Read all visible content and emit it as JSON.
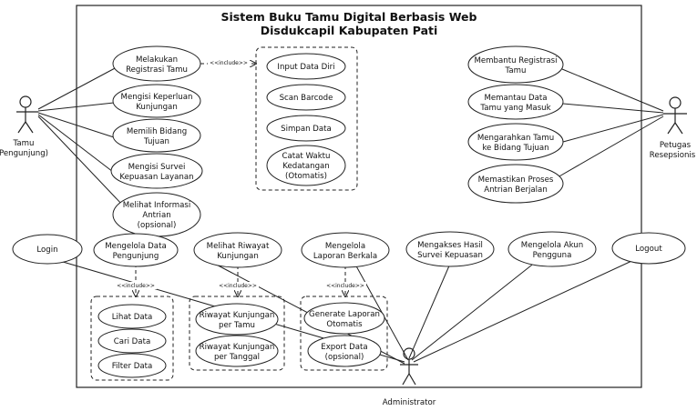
{
  "title": {
    "line1": "Sistem Buku Tamu Digital Berbasis Web",
    "line2": "Disdukcapil Kabupaten Pati"
  },
  "actors": {
    "tamu": [
      "Tamu",
      "Pengunjung)"
    ],
    "petugas": [
      "Petugas",
      "Resepsionis"
    ],
    "admin": [
      "Administrator"
    ]
  },
  "tamu_use_cases": {
    "registrasi": [
      "Melakukan",
      "Registrasi Tamu"
    ],
    "keperluan": [
      "Mengisi Keperluan",
      "Kunjungan"
    ],
    "bidang": [
      "Memilih Bidang",
      "Tujuan"
    ],
    "survei": [
      "Mengisi Survei",
      "Kepuasan Layanan"
    ],
    "antrian": [
      "Melihat Informasi",
      "Antrian",
      "(opsional)"
    ]
  },
  "registrasi_includes": {
    "input": [
      "Input Data Diri"
    ],
    "scan": [
      "Scan Barcode"
    ],
    "simpan": [
      "Simpan Data"
    ],
    "catat": [
      "Catat Waktu",
      "Kedatangan",
      "(Otomatis)"
    ]
  },
  "petugas_use_cases": {
    "membantu": [
      "Membantu Registrasi",
      "Tamu"
    ],
    "memantau": [
      "Memantau Data",
      "Tamu yang Masuk"
    ],
    "mengarahkan": [
      "Mengarahkan Tamu",
      "ke Bidang Tujuan"
    ],
    "memastikan": [
      "Memastikan Proses",
      "Antrian Berjalan"
    ]
  },
  "admin_use_cases": {
    "login": [
      "Login"
    ],
    "kelola_data": [
      "Mengelola Data",
      "Pengunjung"
    ],
    "riwayat": [
      "Melihat Riwayat",
      "Kunjungan"
    ],
    "laporan": [
      "Mengelola",
      "Laporan Berkala"
    ],
    "hasil_survei": [
      "Mengakses Hasil",
      "Survei Kepuasan"
    ],
    "akun": [
      "Mengelola Akun",
      "Pengguna"
    ],
    "logout": [
      "Logout"
    ]
  },
  "data_includes": {
    "lihat": [
      "Lihat Data"
    ],
    "cari": [
      "Cari Data"
    ],
    "filter": [
      "Filter Data"
    ]
  },
  "riwayat_includes": {
    "per_tamu": [
      "Riwayat Kunjungan",
      "per Tamu"
    ],
    "per_tanggal": [
      "Riwayat Kunjungan",
      "per Tanggal"
    ]
  },
  "laporan_includes": {
    "generate": [
      "Generate Laporan",
      "Otomatis"
    ],
    "export": [
      "Export Data",
      "(opsional)"
    ]
  },
  "include_label": "<<include>>"
}
